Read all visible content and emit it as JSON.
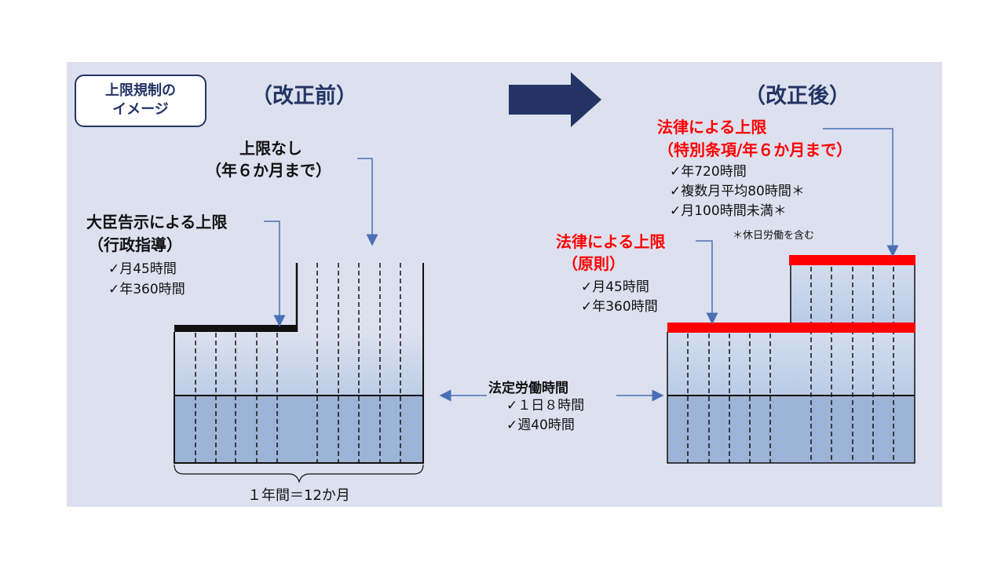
{
  "badge": {
    "line1": "上限規制の",
    "line2": "イメージ"
  },
  "before": {
    "heading": "（改正前）",
    "no_limit": {
      "line1": "上限なし",
      "line2": "（年６か月まで）"
    },
    "minister_limit": {
      "line1": "大臣告示による上限",
      "line2": "（行政指導）"
    },
    "items": [
      "✓月45時間",
      "✓年360時間"
    ],
    "year_label": "１年間＝12か月"
  },
  "after": {
    "heading": "（改正後）",
    "special_limit": {
      "line1": "法律による上限",
      "line2": "（特別条項/年６か月まで）"
    },
    "special_items": [
      "✓年720時間",
      "✓複数月平均80時間＊",
      "✓月100時間未満＊"
    ],
    "special_note": "＊休日労働を含む",
    "principle_limit": {
      "line1": "法律による上限",
      "line2": "（原則）"
    },
    "principle_items": [
      "✓月45時間",
      "✓年360時間"
    ]
  },
  "legal_hours": {
    "title": "法定労働時間",
    "items": [
      "✓１日８時間",
      "✓週40時間"
    ]
  },
  "colors": {
    "panel": "#dde1ef",
    "navy": "#233464",
    "red": "#ff0000",
    "legal_fill": "#9db4d6",
    "upper_fill": "#c2d2e8",
    "arrow_blue": "#4a6fb5"
  }
}
